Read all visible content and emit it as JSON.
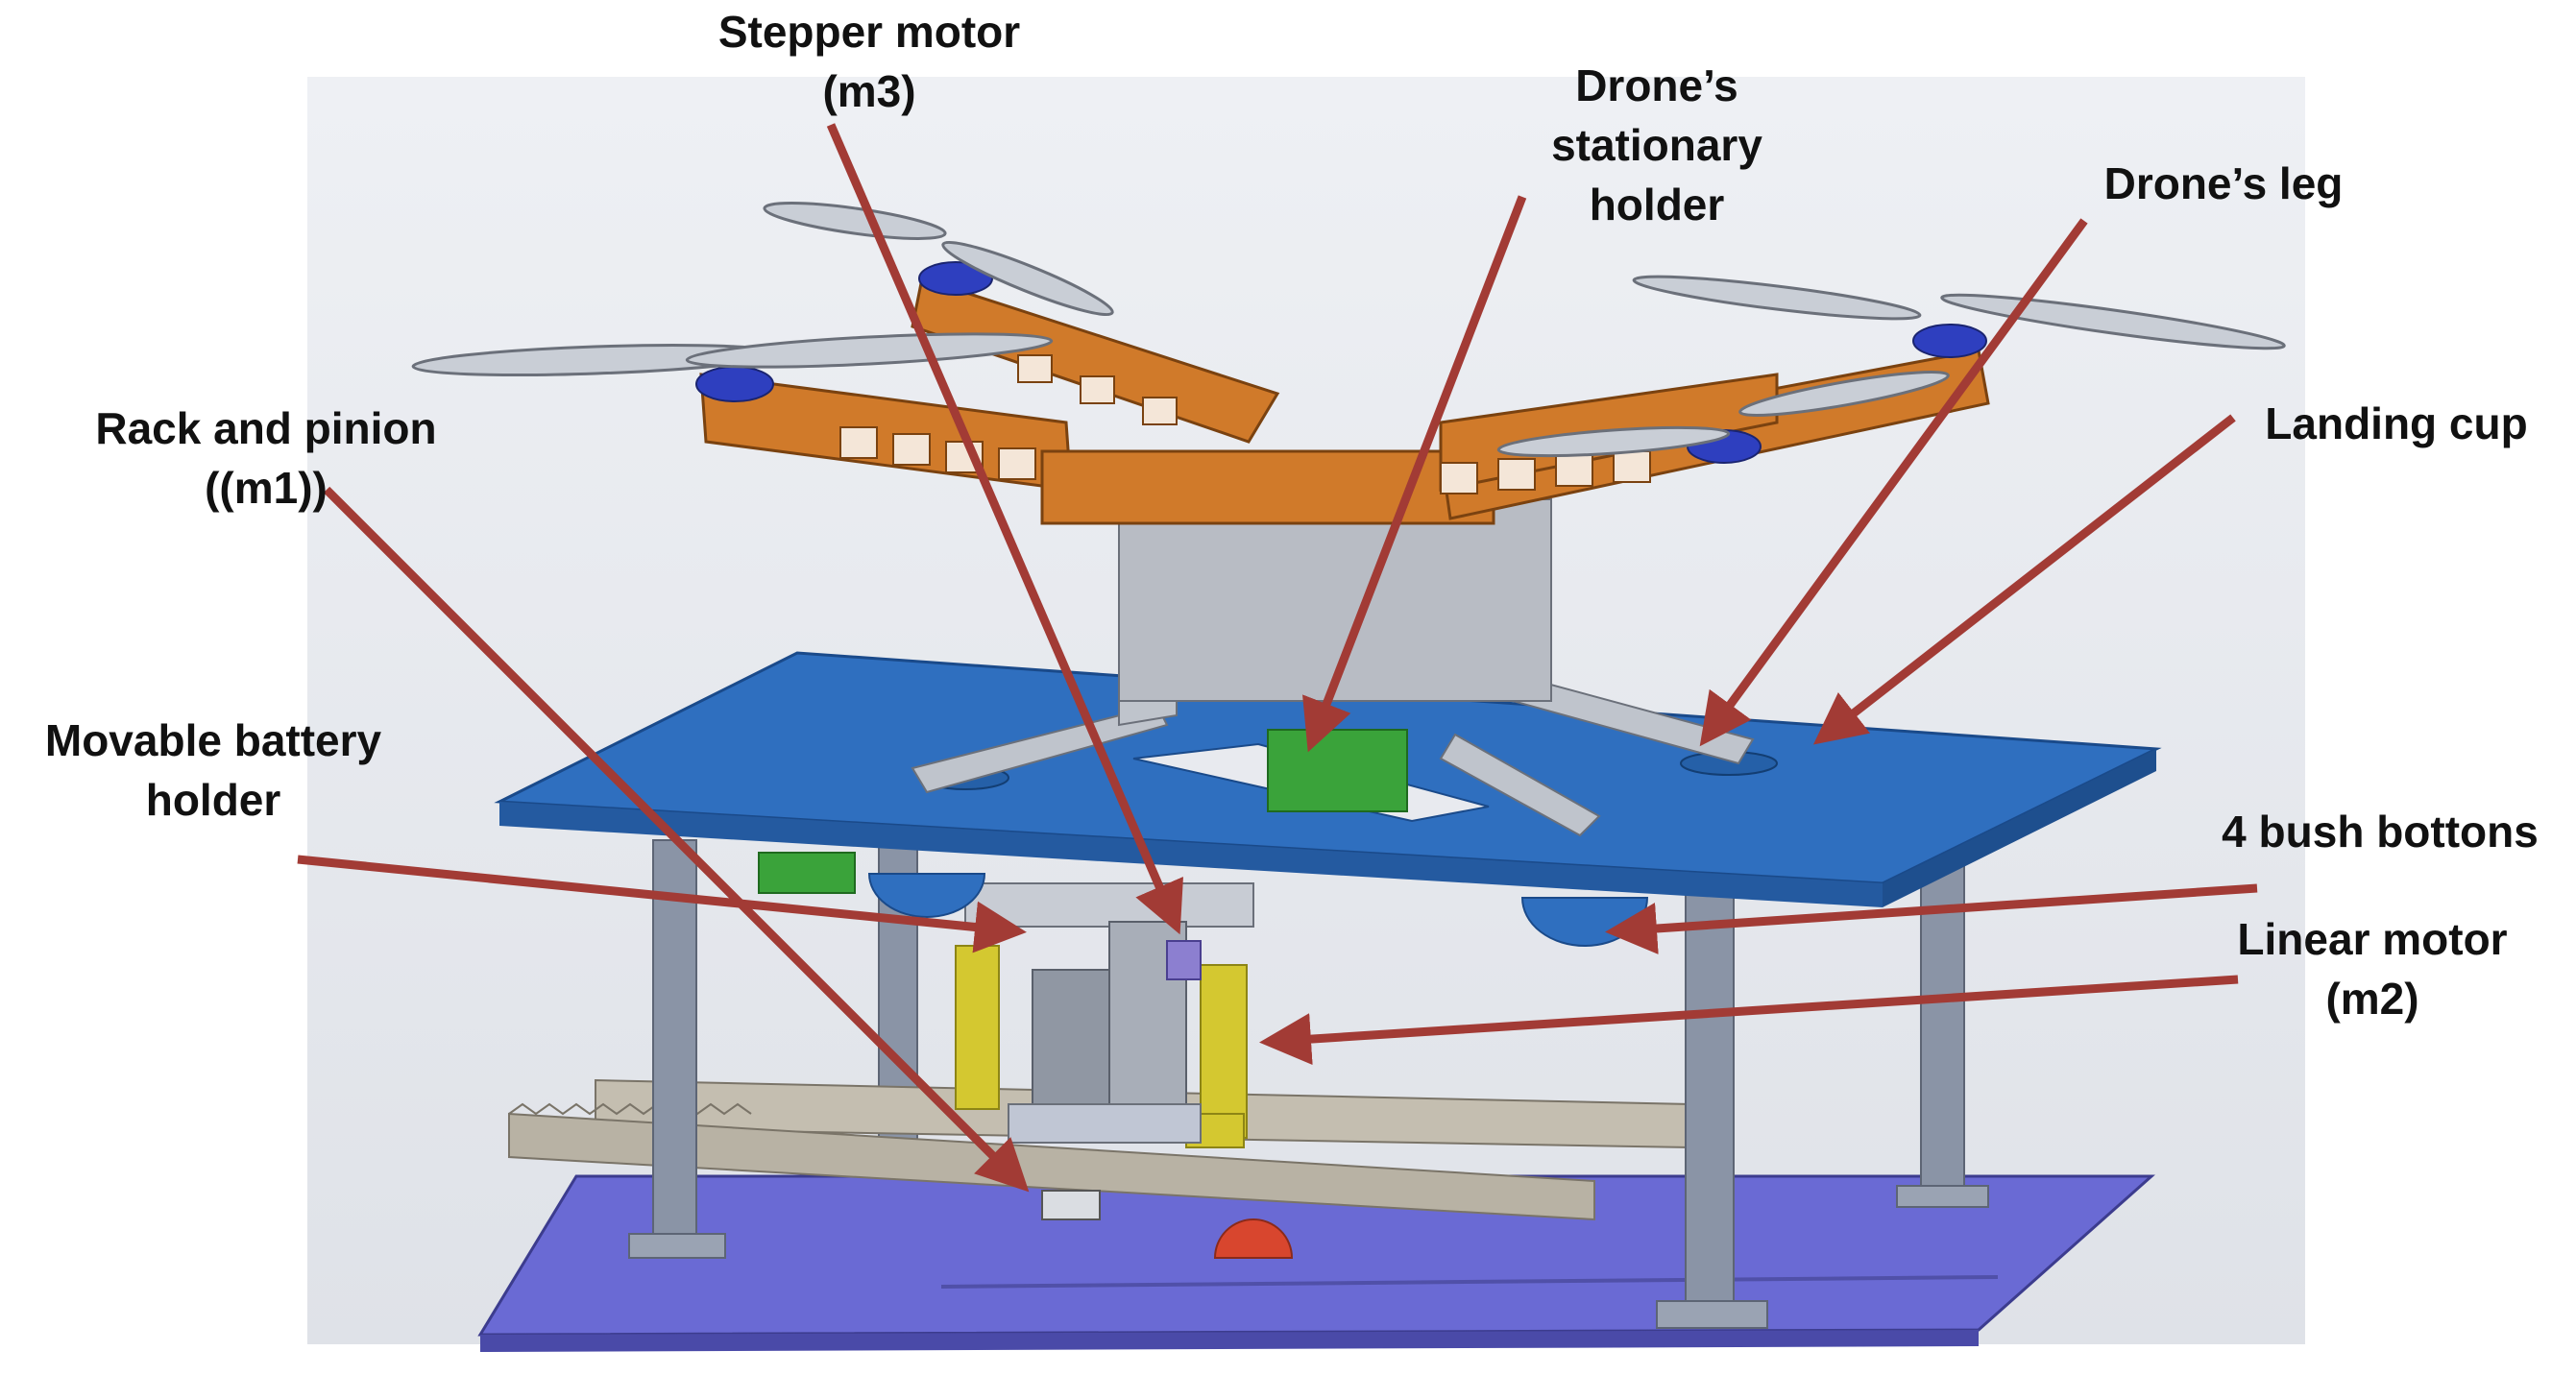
{
  "labels": {
    "stepper_motor": [
      "Stepper motor",
      "(m3)"
    ],
    "stationary_holder": [
      "Drone’s",
      "stationary",
      "holder"
    ],
    "drone_leg": [
      "Drone’s leg"
    ],
    "rack_pinion": [
      "Rack and pinion",
      "((m1))"
    ],
    "landing_cup": [
      "Landing cup"
    ],
    "battery_holder": [
      "Movable battery",
      "holder"
    ],
    "bush_buttons": [
      "4 bush bottons"
    ],
    "linear_motor": [
      "Linear motor",
      "(m2)"
    ]
  },
  "colors": {
    "arrow": "#a23b35",
    "drone_frame": "#d07a2a",
    "platform_top": "#2f6fbf",
    "base_plate": "#6a6ad4",
    "legs": "#8a94a6",
    "linear_motor": "#d4c830",
    "stepper_body": "#9097a3",
    "green_parts": "#3aa33a",
    "rack": "#b8b2a4",
    "red_stop": "#d8462e"
  }
}
